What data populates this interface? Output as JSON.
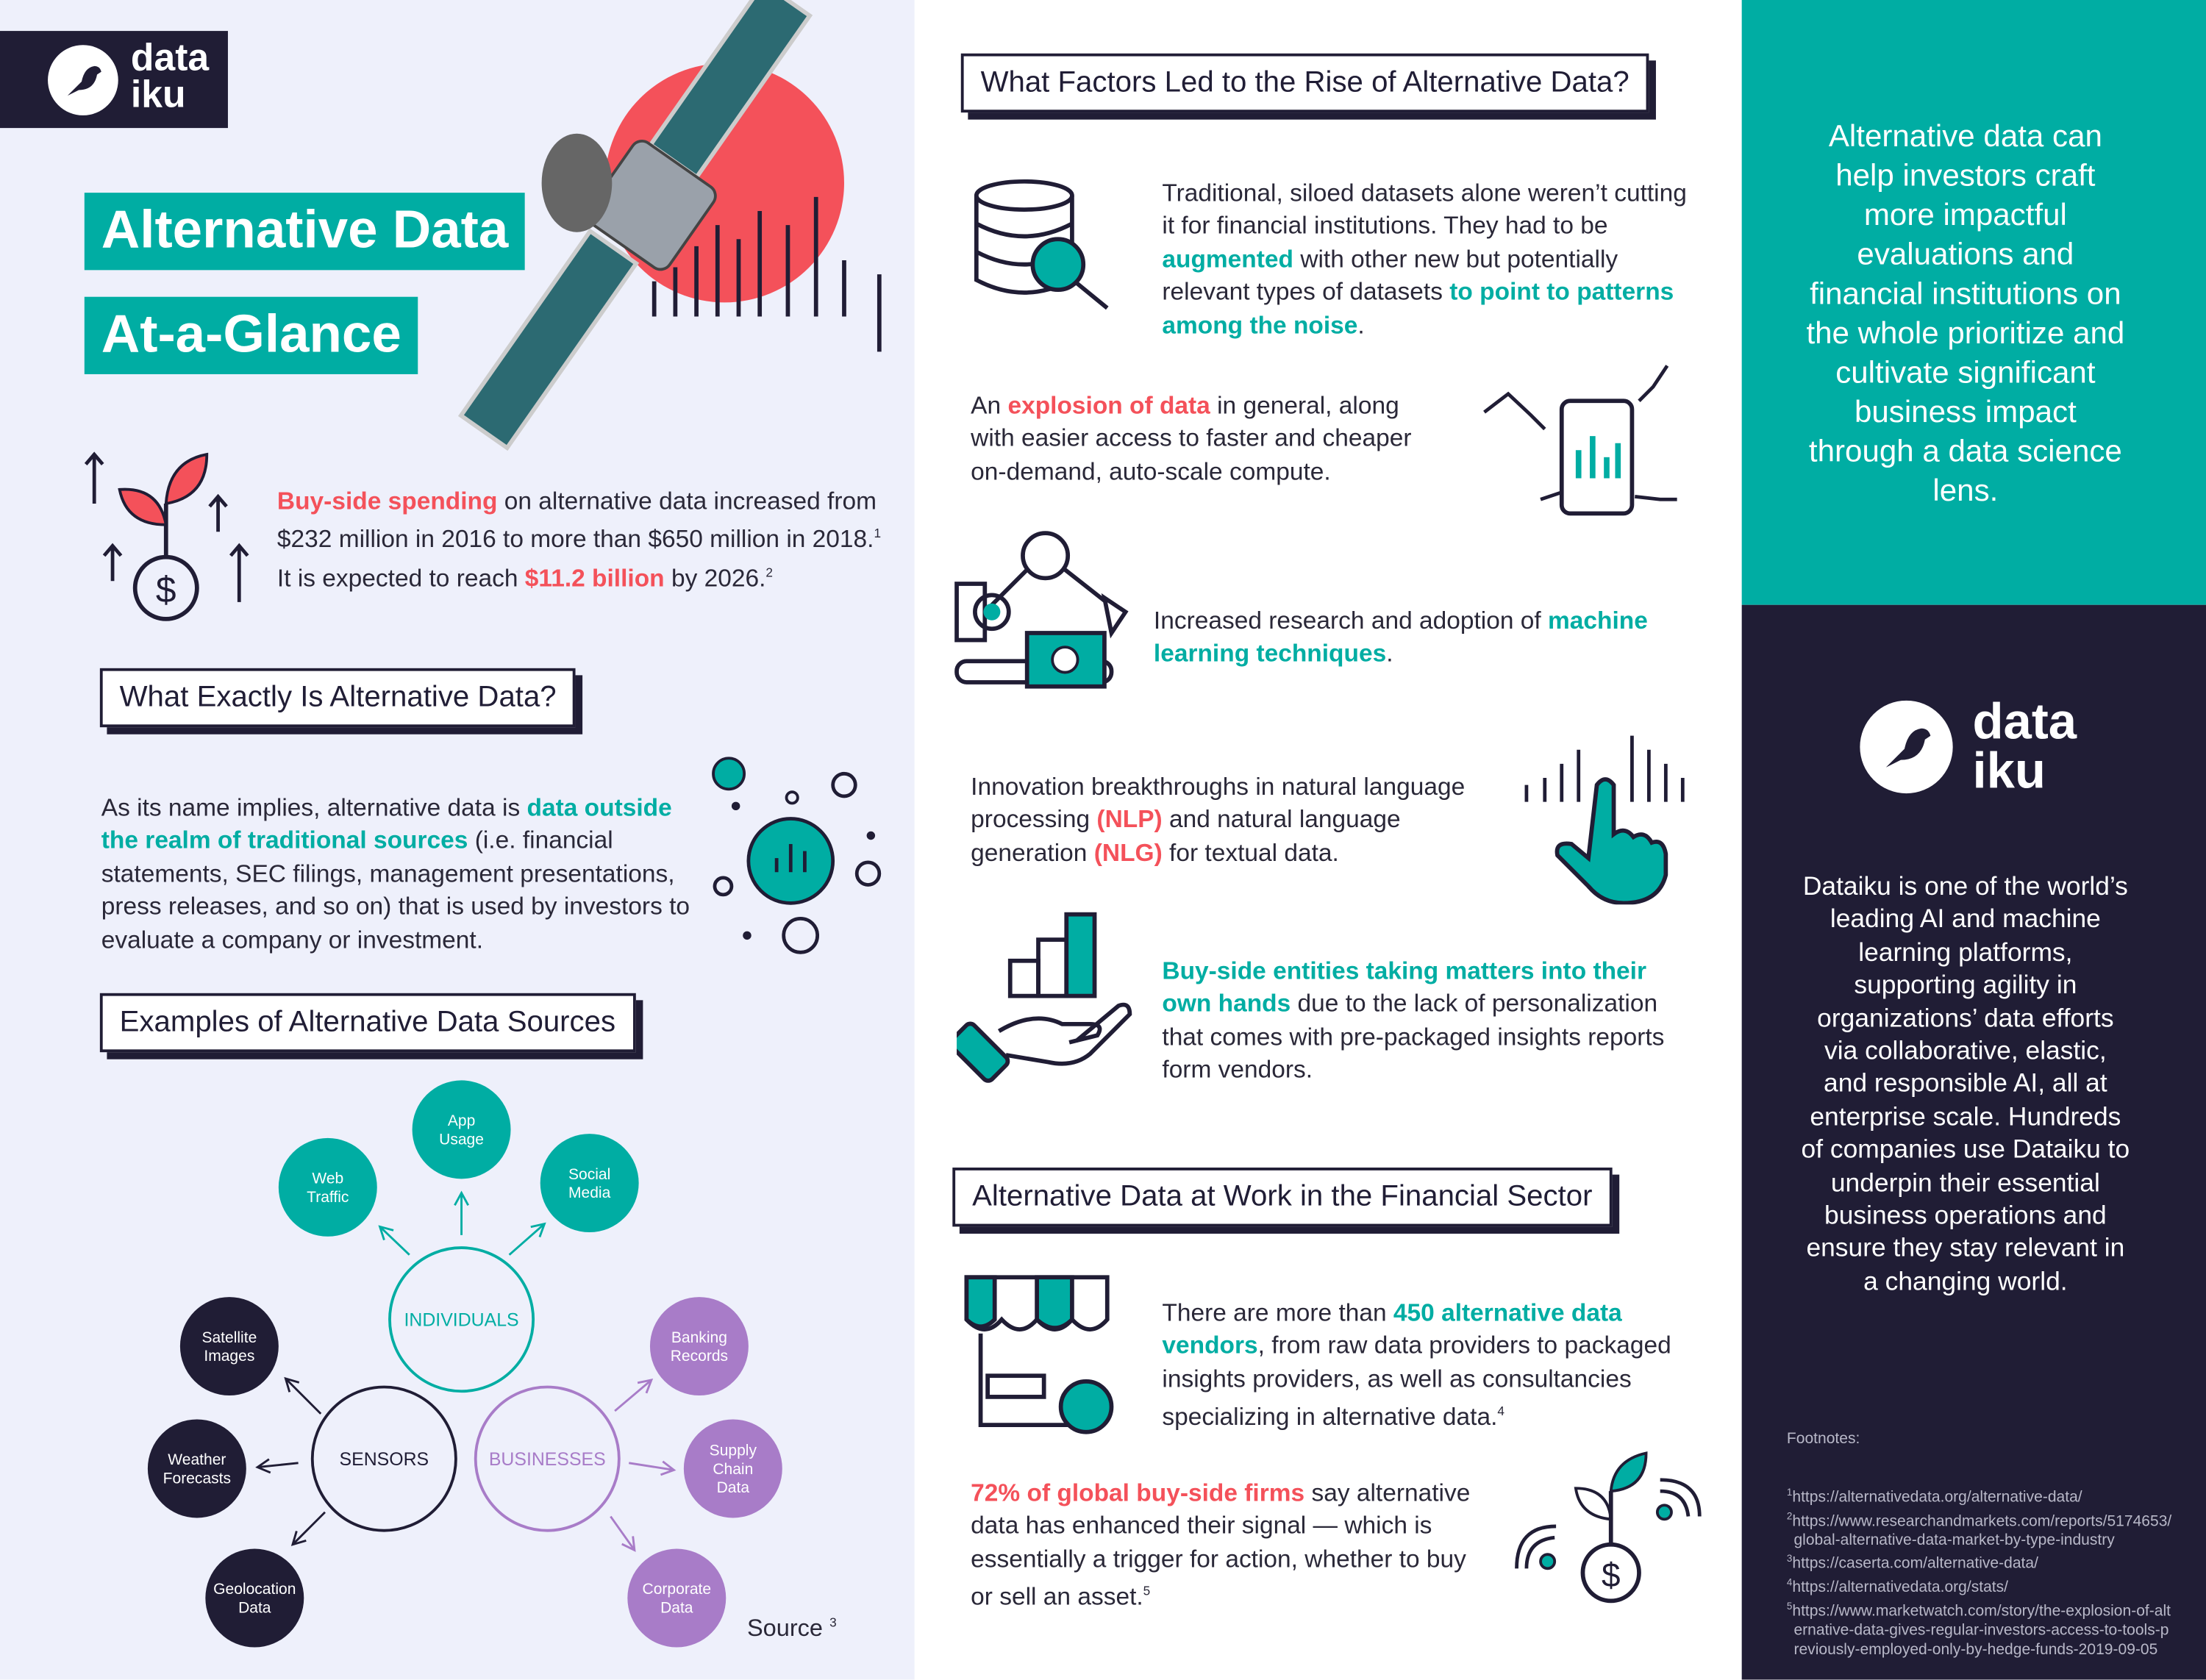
{
  "logo": {
    "line1": "data",
    "line2": "iku"
  },
  "colors": {
    "teal": "#00ada3",
    "red": "#f4515a",
    "navy": "#201d35",
    "purple": "#a87cc8",
    "background": "#eef0fb"
  },
  "title": {
    "line1": "Alternative Data",
    "line2": "At-a-Glance"
  },
  "spending": {
    "hl1": "Buy-side spending",
    "t1": " on alternative data increased from $232 million in 2016 to more than $650 million in 2018.",
    "sup1": "1",
    "t2": " It is expected to reach ",
    "hl2": "$11.2 billion",
    "t3": " by 2026.",
    "sup2": "2"
  },
  "what": {
    "heading": "What Exactly Is Alternative Data?",
    "t1": "As its name implies, alternative data is ",
    "hl": "data outside the realm of traditional sources",
    "t2": " (i.e. financial statements, SEC filings, management presentations, press releases, and so on) that is used by investors to evaluate a company or investment."
  },
  "examples": {
    "heading": "Examples of Alternative Data Sources",
    "source": "Source",
    "source_sup": "3",
    "groups": {
      "individuals": "INDIVIDUALS",
      "sensors": "SENSORS",
      "businesses": "BUSINESSES"
    },
    "individuals": [
      [
        "Web",
        "Traffic"
      ],
      [
        "App",
        "Usage"
      ],
      [
        "Social",
        "Media"
      ]
    ],
    "sensors": [
      [
        "Satellite",
        "Images"
      ],
      [
        "Weather",
        "Forecasts"
      ],
      [
        "Geolocation",
        "Data"
      ]
    ],
    "businesses": [
      [
        "Banking",
        "Records"
      ],
      [
        "Supply",
        "Chain",
        "Data"
      ],
      [
        "Corporate",
        "Data"
      ]
    ]
  },
  "factors": {
    "heading": "What Factors Led to the Rise of Alternative Data?",
    "f1": {
      "t1": "Traditional, siloed datasets alone weren’t cutting it for financial institutions. They had to be ",
      "hl1": "augmented",
      "t2": " with other new but potentially relevant types of datasets ",
      "hl2": "to point to patterns among the noise",
      "t3": "."
    },
    "f2": {
      "t1": "An ",
      "hl": "explosion of data",
      "t2": " in general, along with easier access to faster and cheaper on-demand, auto-scale compute."
    },
    "f3": {
      "t1": "Increased research and adoption of ",
      "hl": "machine learning techniques",
      "t2": "."
    },
    "f4": {
      "t1": "Innovation breakthroughs in natural language processing ",
      "hl1": "(NLP)",
      "t2": " and natural language generation ",
      "hl2": "(NLG)",
      "t3": " for textual data."
    },
    "f5": {
      "hl": "Buy-side entities taking matters into their own hands",
      "t": " due to the lack of personalization that comes with pre-packaged insights reports form vendors."
    }
  },
  "work": {
    "heading": "Alternative Data at Work in the Financial Sector",
    "w1": {
      "t1": "There are more than ",
      "hl": "450 alternative data vendors",
      "t2": ", from raw data providers to packaged insights providers, as well as consultancies specializing in alternative data.",
      "sup": "4"
    },
    "w2": {
      "hl": "72% of global buy-side firms",
      "t": " say alternative data has enhanced their signal — which is essentially a trigger for action, whether to buy or sell an asset.",
      "sup": "5"
    }
  },
  "sidebar": {
    "quote": "Alternative data can help investors craft more impactful evaluations and financial institutions on the whole prioritize and cultivate significant business impact through a data science lens.",
    "about": "Dataiku is one of the world’s leading AI and machine learning platforms, supporting agility in organizations’ data efforts via collaborative, elastic, and responsible AI, all at enterprise scale. Hundreds of companies use Dataiku to underpin their essential business operations and ensure they stay relevant in a changing world.",
    "footnotes_label": "Footnotes:",
    "footnotes": [
      {
        "n": "1",
        "url": "https://alternativedata.org/alternative-data/"
      },
      {
        "n": "2",
        "url": "https://www.researchandmarkets.com/reports/5174653/global-alternative-data-market-by-type-industry"
      },
      {
        "n": "3",
        "url": "https://caserta.com/alternative-data/"
      },
      {
        "n": "4",
        "url": "https://alternativedata.org/stats/"
      },
      {
        "n": "5",
        "url": "https://www.marketwatch.com/story/the-explosion-of-alternative-data-gives-regular-investors-access-to-tools-previously-employed-only-by-hedge-funds-2019-09-05"
      }
    ]
  }
}
